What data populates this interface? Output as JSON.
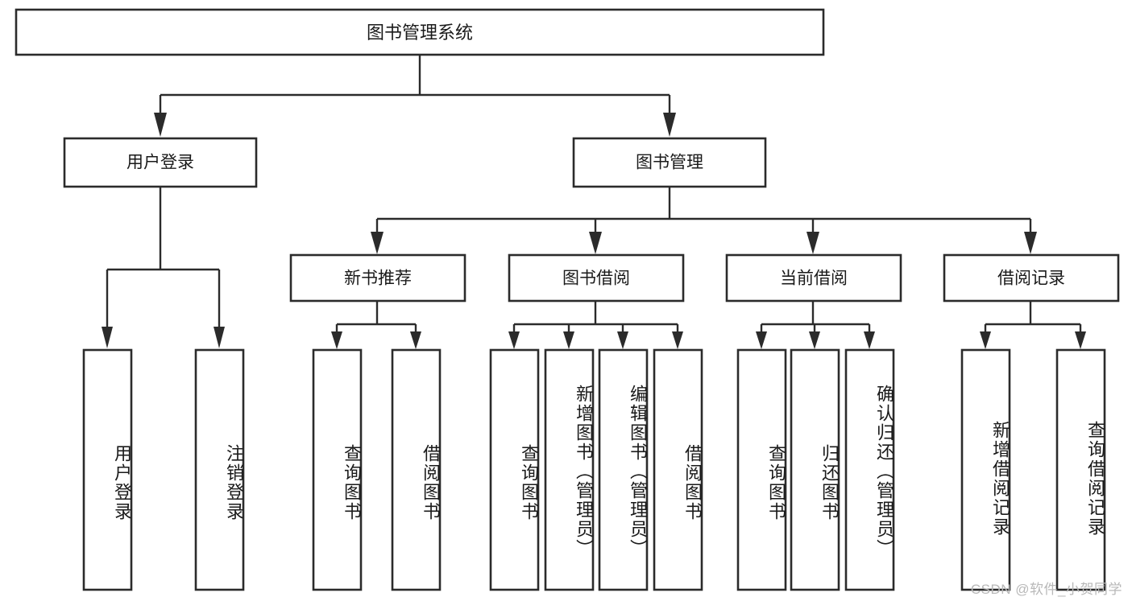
{
  "diagram": {
    "title": "图书管理系统",
    "type": "tree-hierarchy-chart",
    "root": {
      "label": "图书管理系统"
    },
    "level2": [
      {
        "label": "用户登录"
      },
      {
        "label": "图书管理"
      }
    ],
    "level3": [
      {
        "label": "新书推荐"
      },
      {
        "label": "图书借阅"
      },
      {
        "label": "当前借阅"
      },
      {
        "label": "借阅记录"
      }
    ],
    "leaves": {
      "user_login": [
        {
          "label": "用户登录"
        },
        {
          "label": "注销登录"
        }
      ],
      "new_book_recommend": [
        {
          "label": "查询图书"
        },
        {
          "label": "借阅图书"
        }
      ],
      "book_borrow": [
        {
          "label": "查询图书"
        },
        {
          "label": "新增图书（管理员）"
        },
        {
          "label": "编辑图书（管理员）"
        },
        {
          "label": "借阅图书"
        }
      ],
      "current_borrow": [
        {
          "label": "查询图书"
        },
        {
          "label": "归还图书"
        },
        {
          "label": "确认归还（管理员）"
        }
      ],
      "borrow_records": [
        {
          "label": "新增借阅记录"
        },
        {
          "label": "查询借阅记录"
        }
      ]
    }
  },
  "watermark": {
    "text": "CSDN @软件_小贺同学"
  },
  "colors": {
    "box_stroke": "#2b2b2b",
    "box_fill": "#ffffff",
    "text": "#1a1a1a",
    "watermark": "#b8b8b8",
    "background": "#ffffff"
  }
}
